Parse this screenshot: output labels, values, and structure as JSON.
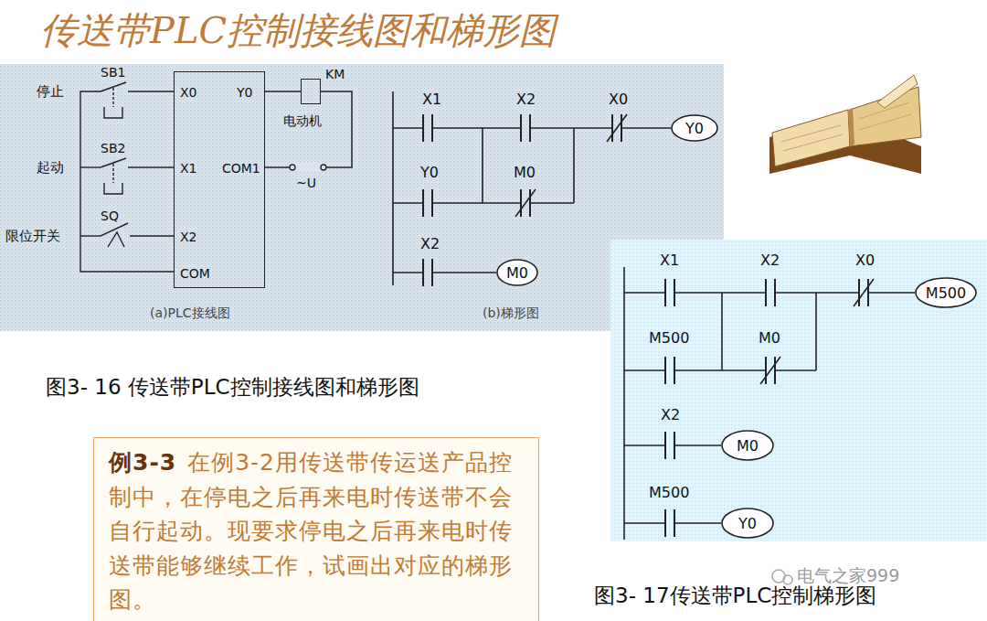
{
  "diagram": {
    "title": "传送带PLC控制接线图和梯形图",
    "caption": "图3- 16 传送带PLC控制接线图和梯形图",
    "nodes": [
      {
        "text": [
          "X0",
          "X1",
          "X2",
          "COM",
          "Y0",
          "COM1"
        ]
      },
      {
        "text": [
          "KM"
        ]
      },
      {
        "text": [
          "Y0"
        ]
      },
      {
        "text": [
          "M0"
        ]
      },
      {
        "text": [
          "M500"
        ]
      },
      {
        "text": [
          "M0"
        ]
      },
      {
        "text": [
          "Y0"
        ]
      },
      {
        "text": [
          "例3-3",
          "在例3-2用传送带传运送产品控制中，在停电之后再来电时传送带不会自行起动。现要求停电之后再来电时传送带能够继续工作，试画出对应的梯形图。"
        ]
      }
    ],
    "edges": [
      {
        "from": 0,
        "to": 1,
        "arrow": "none"
      },
      {
        "from": 1,
        "to": 0,
        "arrow": "none"
      }
    ],
    "labels": [
      "停止",
      "SB1",
      "起动",
      "SB2",
      "限位开关",
      "SQ",
      "电动机",
      "~U",
      "(a)PLC接线图",
      "(b)梯形图",
      "X1",
      "X2",
      "X0",
      "Y0",
      "M0",
      "X2",
      "X1",
      "X2",
      "X0",
      "M500",
      "M0",
      "X2",
      "M500",
      "图3- 17传送带PLC控制梯形图",
      "电气之家999"
    ]
  }
}
